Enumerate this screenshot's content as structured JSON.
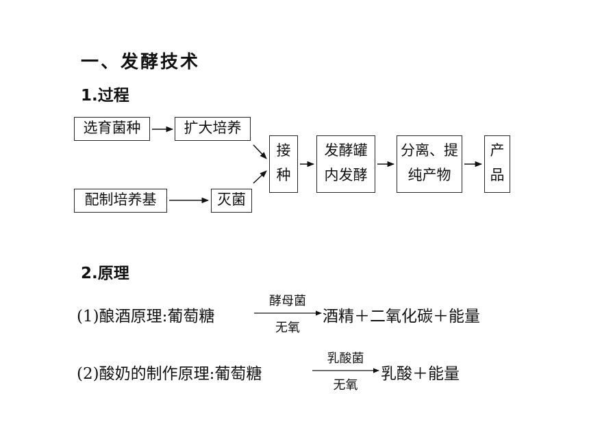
{
  "section_title": "一、发酵技术",
  "process": {
    "heading": "1.过程",
    "boxes": {
      "strain": "选育菌种",
      "expand": "扩大培养",
      "medium": "配制培养基",
      "sterilize": "灭菌",
      "inoculate": [
        "接",
        "种"
      ],
      "ferment": [
        "发酵罐",
        "内发酵"
      ],
      "separate": [
        "分离、提",
        "纯产物"
      ],
      "product": [
        "产",
        "品"
      ]
    }
  },
  "principle": {
    "heading": "2.原理",
    "eq1": {
      "prefix": "(1)酿酒原理:葡萄糖",
      "above": "酵母菌",
      "below": "无氧",
      "result": "酒精＋二氧化碳＋能量"
    },
    "eq2": {
      "prefix": "(2)酸奶的制作原理:葡萄糖",
      "above": "乳酸菌",
      "below": "无氧",
      "result": "乳酸＋能量"
    }
  }
}
